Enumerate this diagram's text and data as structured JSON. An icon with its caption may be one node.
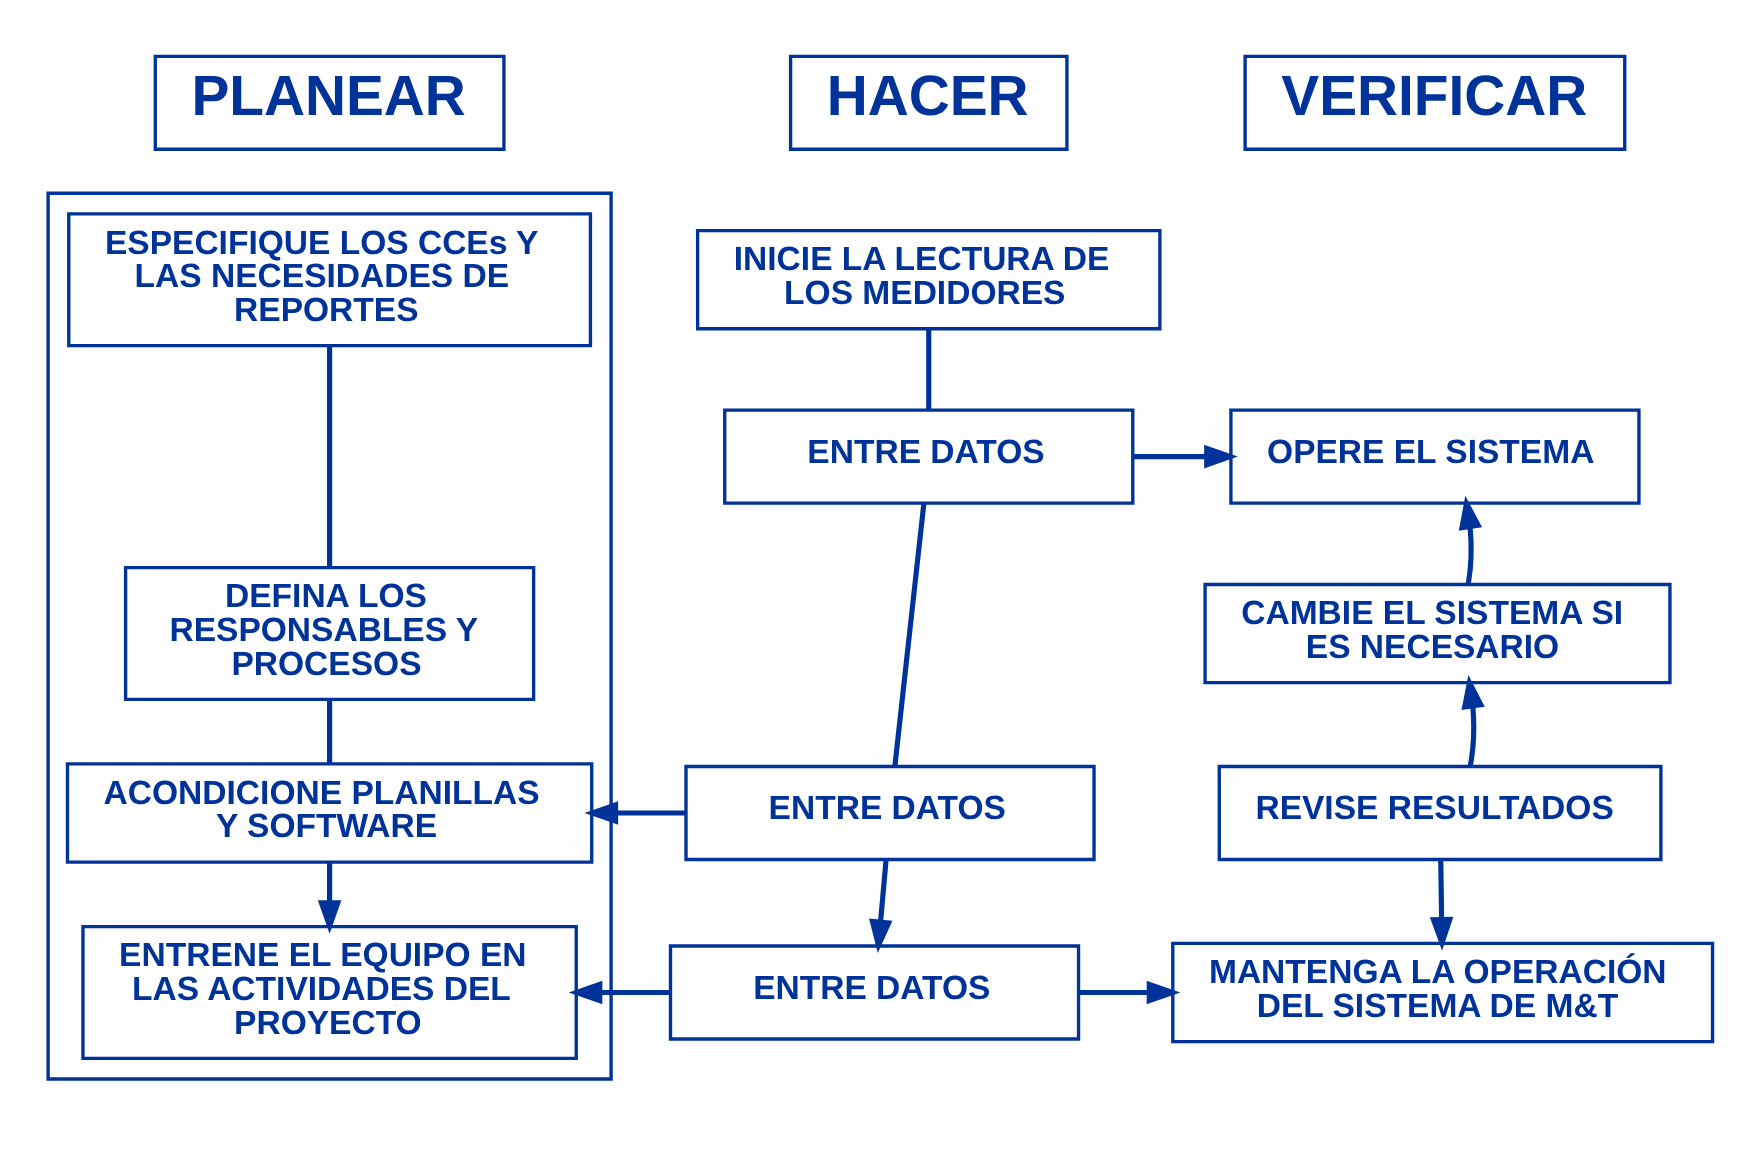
{
  "diagram": {
    "nodes": [
      {
        "text": [
          "PLANEAR"
        ]
      },
      {
        "text": [
          "HACER"
        ]
      },
      {
        "text": [
          "VERIFICAR"
        ]
      },
      {
        "text": [],
        "shape": "box"
      },
      {
        "text": [
          "ESPECIFIQUE LOS CCEs Y LAS NECESIDADES DE REPORTES"
        ],
        "in": 3
      },
      {
        "text": [
          "DEFINA LOS RESPONSABLES Y PROCESOS"
        ],
        "in": 3
      },
      {
        "text": [
          "ACONDICIONE PLANILLAS Y SOFTWARE"
        ],
        "in": 3
      },
      {
        "text": [
          "ENTRENE EL EQUIPO EN LAS ACTIVIDADES DEL PROYECTO"
        ],
        "in": 3
      },
      {
        "text": [
          "INICIE LA LECTURA DE LOS MEDIDORES"
        ]
      },
      {
        "text": [
          "ENTRE DATOS"
        ]
      },
      {
        "text": [
          "ENTRE DATOS"
        ]
      },
      {
        "text": [
          "ENTRE DATOS"
        ]
      },
      {
        "text": [
          "OPERE EL SISTEMA"
        ]
      },
      {
        "text": [
          "CAMBIE EL SISTEMA SI ES NECESARIO"
        ]
      },
      {
        "text": [
          "REVISE RESULTADOS"
        ]
      },
      {
        "text": [
          "MANTENGA LA OPERACIÓN DEL SISTEMA DE M&T"
        ]
      }
    ],
    "edges": [
      {
        "from": 4,
        "to": 5,
        "arrow": "none"
      },
      {
        "from": 5,
        "to": 6,
        "arrow": "none"
      },
      {
        "from": 6,
        "to": 7,
        "arrow": "to"
      },
      {
        "from": 8,
        "to": 9,
        "arrow": "none"
      },
      {
        "from": 9,
        "to": 10,
        "arrow": "none"
      },
      {
        "from": 10,
        "to": 11,
        "arrow": "to"
      },
      {
        "from": 9,
        "to": 12,
        "arrow": "to"
      },
      {
        "from": 10,
        "to": 6,
        "arrow": "to"
      },
      {
        "from": 11,
        "to": 7,
        "arrow": "to"
      },
      {
        "from": 11,
        "to": 15,
        "arrow": "to"
      },
      {
        "from": 14,
        "to": 13,
        "arrow": "to"
      },
      {
        "from": 13,
        "to": 12,
        "arrow": "to"
      },
      {
        "from": 14,
        "to": 15,
        "arrow": "to"
      }
    ]
  }
}
